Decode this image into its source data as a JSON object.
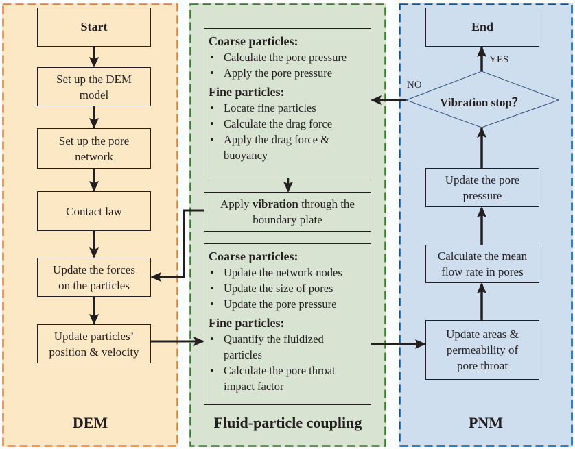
{
  "colors": {
    "dem_fill": "#fde8c6",
    "dem_border": "#ed7d31",
    "fpc_fill": "#d8e4d1",
    "fpc_border": "#3e7a35",
    "pnm_fill": "#cfdeee",
    "pnm_border": "#085a9c",
    "arrow": "#231f20"
  },
  "dem": {
    "title": "DEM",
    "start": "Start",
    "setup_dem_line1": "Set up the DEM",
    "setup_dem_line2": "model",
    "setup_pore_line1": "Set up the pore",
    "setup_pore_line2": "network",
    "contact_law": "Contact law",
    "update_forces_line1": "Update the forces",
    "update_forces_line2": "on the particles",
    "update_pos_line1": "Update particles’",
    "update_pos_line2": "position & velocity"
  },
  "fpc": {
    "title": "Fluid-particle coupling",
    "top_box": {
      "coarse_head": "Coarse particles:",
      "coarse_items": [
        "Calculate the pore pressure",
        "Apply the pore pressure"
      ],
      "fine_head": "Fine particles:",
      "fine_items": [
        "Locate fine particles",
        "Calculate the drag force",
        "Apply the drag force & buoyancy"
      ]
    },
    "vibration_box": {
      "pre": "Apply ",
      "bold": "vibration",
      "post": " through the",
      "line2": "boundary plate"
    },
    "bottom_box": {
      "coarse_head": "Coarse particles:",
      "coarse_items": [
        "Update the network nodes",
        "Update the size of pores",
        "Update the pore pressure"
      ],
      "fine_head": "Fine particles:",
      "fine_items": [
        "Quantify the fluidized particles",
        "Calculate the pore throat impact factor"
      ]
    }
  },
  "pnm": {
    "title": "PNM",
    "end": "End",
    "decision": "Vibration stop？",
    "yes_label": "YES",
    "no_label": "NO",
    "update_pressure_line1": "Update the pore",
    "update_pressure_line2": "pressure",
    "mean_flow_line1": "Calculate the mean",
    "mean_flow_line2": "flow rate in pores",
    "update_areas_line1": "Update areas &",
    "update_areas_line2": "permeability of",
    "update_areas_line3": "pore throat"
  }
}
